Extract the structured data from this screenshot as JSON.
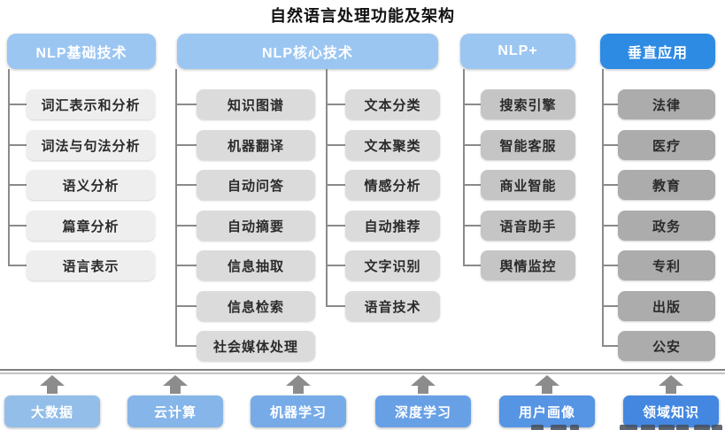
{
  "title": "自然语言处理功能及架构",
  "columns": [
    {
      "header": "NLP基础技术",
      "items": [
        "词汇表示和分析",
        "词法与句法分析",
        "语义分析",
        "篇章分析",
        "语言表示"
      ]
    },
    {
      "header": "NLP核心技术",
      "items_left": [
        "知识图谱",
        "机器翻译",
        "自动问答",
        "自动摘要",
        "信息抽取",
        "信息检索",
        "社会媒体处理"
      ],
      "items_right": [
        "文本分类",
        "文本聚类",
        "情感分析",
        "自动推荐",
        "文字识别",
        "语音技术"
      ]
    },
    {
      "header": "NLP+",
      "items": [
        "搜索引擎",
        "智能客服",
        "商业智能",
        "语音助手",
        "舆情监控"
      ]
    },
    {
      "header": "垂直应用",
      "items": [
        "法律",
        "医疗",
        "教育",
        "政务",
        "专利",
        "出版",
        "公安"
      ]
    }
  ],
  "foundation": [
    "大数据",
    "云计算",
    "机器学习",
    "深度学习",
    "用户画像",
    "领域知识"
  ],
  "colors": {
    "header_light_blue": "#9CC6F2",
    "header_dark_blue": "#2E8BE3",
    "item_gray_col1": "#EFEEEF",
    "item_gray_col2": "#DBDBDB",
    "item_gray_col3": "#C5C5C6",
    "item_gray_col4": "#ACACAC",
    "foundation_blues": [
      "#93BEE9",
      "#85B5E9",
      "#77ABE8",
      "#68A0E6",
      "#5694E4",
      "#4387E1"
    ],
    "connector_gray": "#8A8A8A",
    "arrow_gray": "#8C8C8C",
    "divider_dark": "#808080",
    "divider_light": "#C2C2C2",
    "title_color": "#111111"
  }
}
